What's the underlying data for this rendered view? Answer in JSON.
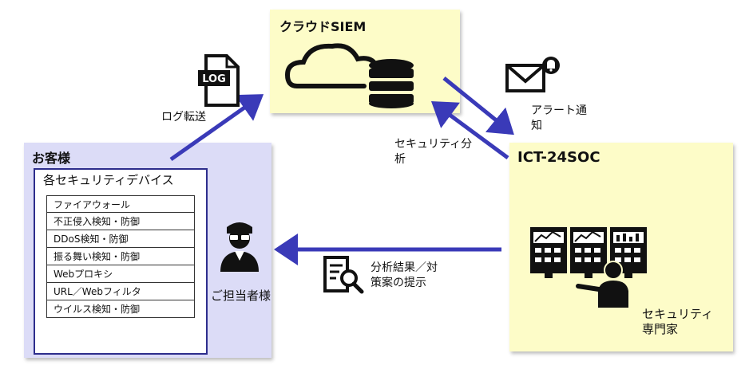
{
  "cloud_siem": {
    "title": "クラウドSIEM"
  },
  "customer": {
    "title": "お客様",
    "devices_title": "各セキュリティデバイス",
    "devices": [
      "ファイアウォール",
      "不正侵入検知・防御",
      "DDoS検知・防御",
      "振る舞い検知・防御",
      "Webプロキシ",
      "URL／Webフィルタ",
      "ウイルス検知・防御"
    ],
    "contact_label": "ご担当者様"
  },
  "soc": {
    "title": "ICT-24SOC",
    "expert_line1": "セキュリティ",
    "expert_line2": "専門家"
  },
  "flows": {
    "log_icon_text": "LOG",
    "log_transfer": "ログ転送",
    "alert_line1": "アラート通",
    "alert_line2": "知",
    "analysis_line1": "セキュリティ分",
    "analysis_line2": "析",
    "report_line1": "分析結果／対",
    "report_line2": "策案の提示"
  },
  "colors": {
    "arrow": "#3a3ab8",
    "yellow_box": "#fdfcc8",
    "purple_box": "#dcdcf7",
    "device_border": "#2d2d8c"
  }
}
